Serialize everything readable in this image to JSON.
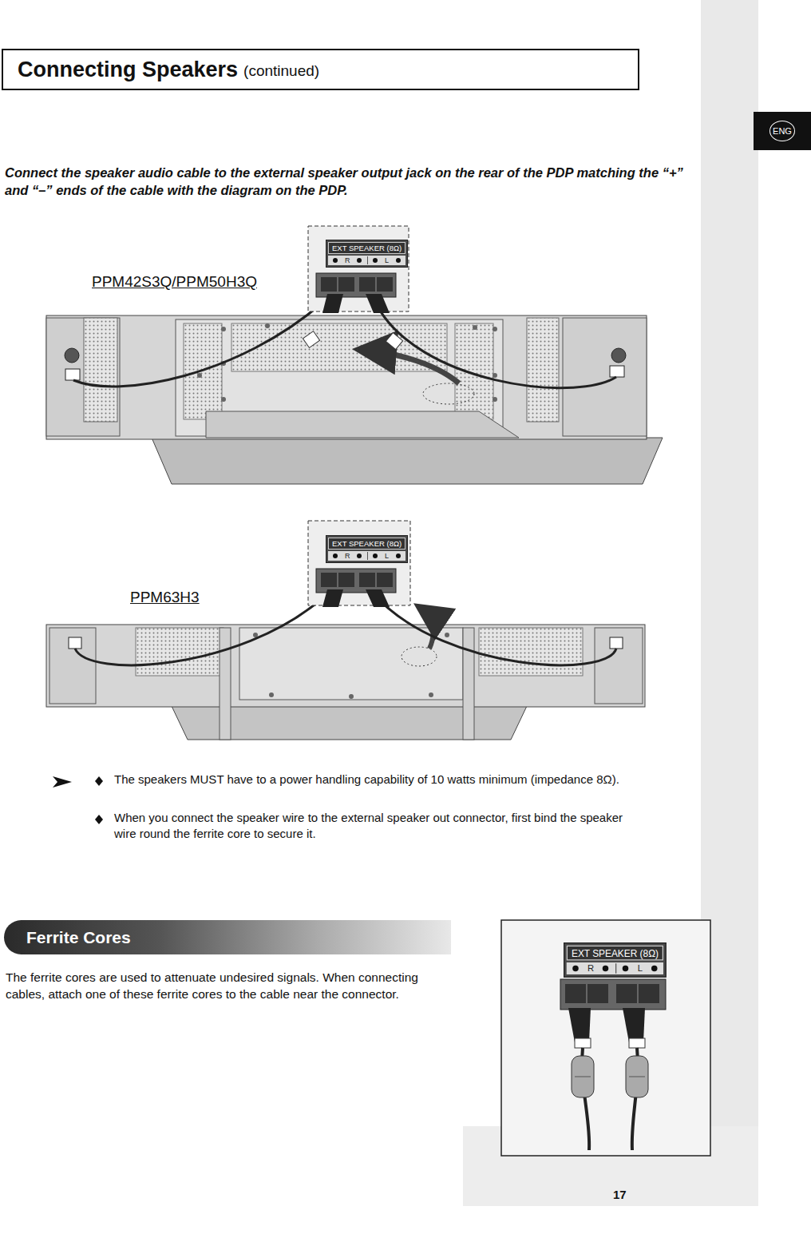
{
  "diagram": {
    "title": "Connecting Speakers",
    "nodes": [
      {
        "text": [
          "ENG"
        ]
      },
      {
        "text": [
          "EXT SPEAKER (8Ω)",
          "R",
          "L"
        ]
      },
      {
        "text": [
          "EXT SPEAKER (8Ω)",
          "R",
          "L"
        ]
      },
      {
        "text": [
          "Ferrite Cores"
        ]
      },
      {
        "text": [
          "EXT SPEAKER (8Ω)",
          "R",
          "L"
        ]
      }
    ],
    "labels": [
      "(continued)",
      "Connect the speaker audio cable to the external speaker output jack on the rear of the PDP matching the “+” and “–” ends of the cable with the diagram on the PDP.",
      "PPM42S3Q/PPM50H3Q",
      "PPM63H3",
      "The speakers MUST have to a power handling capability of 10 watts minimum (impedance 8Ω).",
      "When you connect the speaker wire to the external speaker out connector, first bind the speaker wire round the ferrite core to secure it.",
      "The ferrite cores are used to attenuate undesired signals. When connecting cables, attach one of these ferrite cores to the cable near the connector.",
      "17"
    ]
  }
}
